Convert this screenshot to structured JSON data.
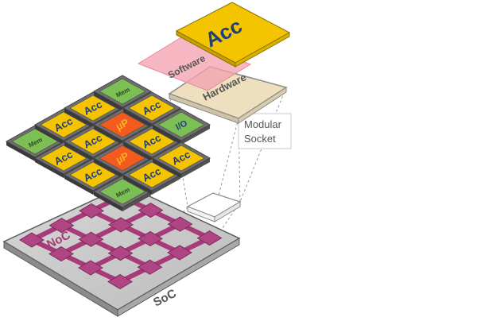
{
  "soc": {
    "base_label": "SoC",
    "noc_label": "NoC"
  },
  "tiles": {
    "mem": "Mem",
    "acc": "Acc",
    "cpu": "µP",
    "io": "I/O"
  },
  "socket": {
    "label_line1": "Modular",
    "label_line2": "Socket"
  },
  "layers": {
    "software": "Software",
    "hardware": "Hardware",
    "accelerator": "Acc"
  },
  "colors": {
    "base_gray": "#c8c8c8",
    "noc_magenta": "#a73b7a",
    "mem_green": "#7bbf55",
    "acc_yellow": "#f5c400",
    "cpu_red": "#f25a1e",
    "software_pink": "#f4a3b1",
    "hardware_tan": "#eedfbe",
    "label_blue": "#1f3e7a"
  }
}
